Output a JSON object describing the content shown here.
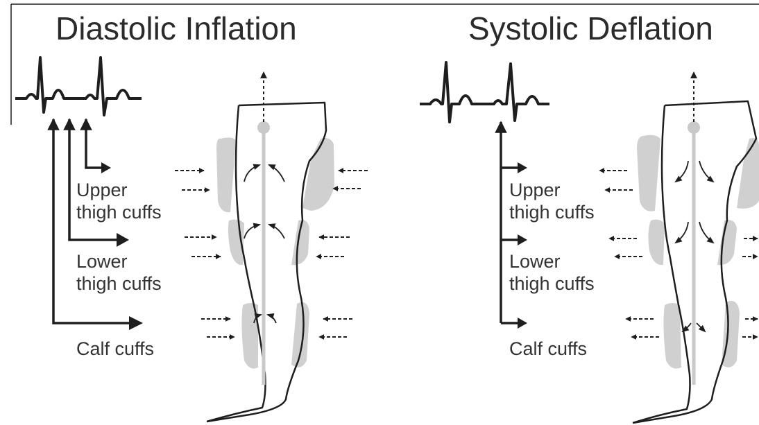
{
  "panels": [
    {
      "title": "Diastolic Inflation",
      "labels": {
        "upper_1": "Upper",
        "upper_2": "thigh cuffs",
        "lower_1": "Lower",
        "lower_2": "thigh cuffs",
        "calf": "Calf cuffs"
      }
    },
    {
      "title": "Systolic Deflation",
      "labels": {
        "upper_1": "Upper",
        "upper_2": "thigh cuffs",
        "lower_1": "Lower",
        "lower_2": "thigh cuffs",
        "calf": "Calf cuffs"
      }
    }
  ],
  "colors": {
    "line": "#1e1e1e",
    "cuff": "#d0d0d0",
    "axis": "#c9c9c9",
    "text": "#333333"
  }
}
